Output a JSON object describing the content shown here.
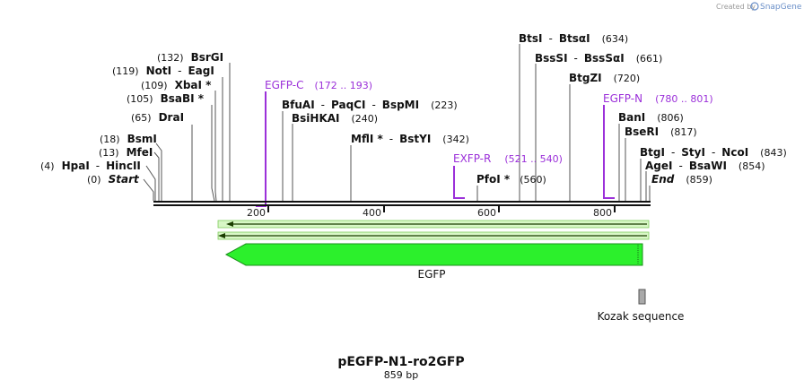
{
  "header": {
    "credit_prefix": "Created by",
    "credit_brand": "SnapGene"
  },
  "map": {
    "title": "pEGFP-N1-ro2GFP",
    "subtitle": "859 bp",
    "axis_ticks": [
      "200",
      "400",
      "600",
      "800"
    ]
  },
  "sites": [
    {
      "pos": "(4)",
      "name": "HpaI",
      "sep": "-",
      "name2": "HincII"
    },
    {
      "pos": "(0)",
      "name": "Start"
    },
    {
      "pos": "(18)",
      "name": "BsmI"
    },
    {
      "pos": "(13)",
      "name": "MfeI"
    },
    {
      "pos": "(65)",
      "name": "DraI"
    },
    {
      "pos": "(105)",
      "name": "BsaBI *"
    },
    {
      "pos": "(109)",
      "name": "XbaI *"
    },
    {
      "pos": "(119)",
      "name": "NotI",
      "sep": "-",
      "name2": "EagI"
    },
    {
      "pos": "(132)",
      "name": "BsrGI"
    },
    {
      "pos": "(223)",
      "name": "BfuAI",
      "sep": "-",
      "name2": "PaqCI",
      "sep2": "-",
      "name3": "BspMI"
    },
    {
      "pos": "(240)",
      "name": "BsiHKAI"
    },
    {
      "pos": "(342)",
      "name": "MflI *",
      "sep": "-",
      "name2": "BstYI"
    },
    {
      "pos": "(560)",
      "name": "PfoI *"
    },
    {
      "pos": "(634)",
      "name": "BtsI",
      "sep": "-",
      "name2": "BtsαI"
    },
    {
      "pos": "(661)",
      "name": "BssSI",
      "sep": "-",
      "name2": "BssSαI"
    },
    {
      "pos": "(720)",
      "name": "BtgZI"
    },
    {
      "pos": "(806)",
      "name": "BanI"
    },
    {
      "pos": "(817)",
      "name": "BseRI"
    },
    {
      "pos": "(843)",
      "name": "BtgI",
      "sep": "-",
      "name2": "StyI",
      "sep2": "-",
      "name3": "NcoI"
    },
    {
      "pos": "(854)",
      "name": "AgeI",
      "sep": "-",
      "name2": "BsaWI"
    },
    {
      "pos": "(859)",
      "name": "End"
    }
  ],
  "primers": [
    {
      "name": "EGFP-C",
      "range": "(172 .. 193)"
    },
    {
      "name": "EXFP-R",
      "range": "(521 .. 540)"
    },
    {
      "name": "EGFP-N",
      "range": "(780 .. 801)"
    }
  ],
  "features": [
    {
      "name": "EGFP"
    },
    {
      "name": "Kozak sequence"
    }
  ],
  "colors": {
    "egfp": "#2cf02c",
    "primer": "#9b30d9",
    "kozak": "#a9a9a9"
  }
}
